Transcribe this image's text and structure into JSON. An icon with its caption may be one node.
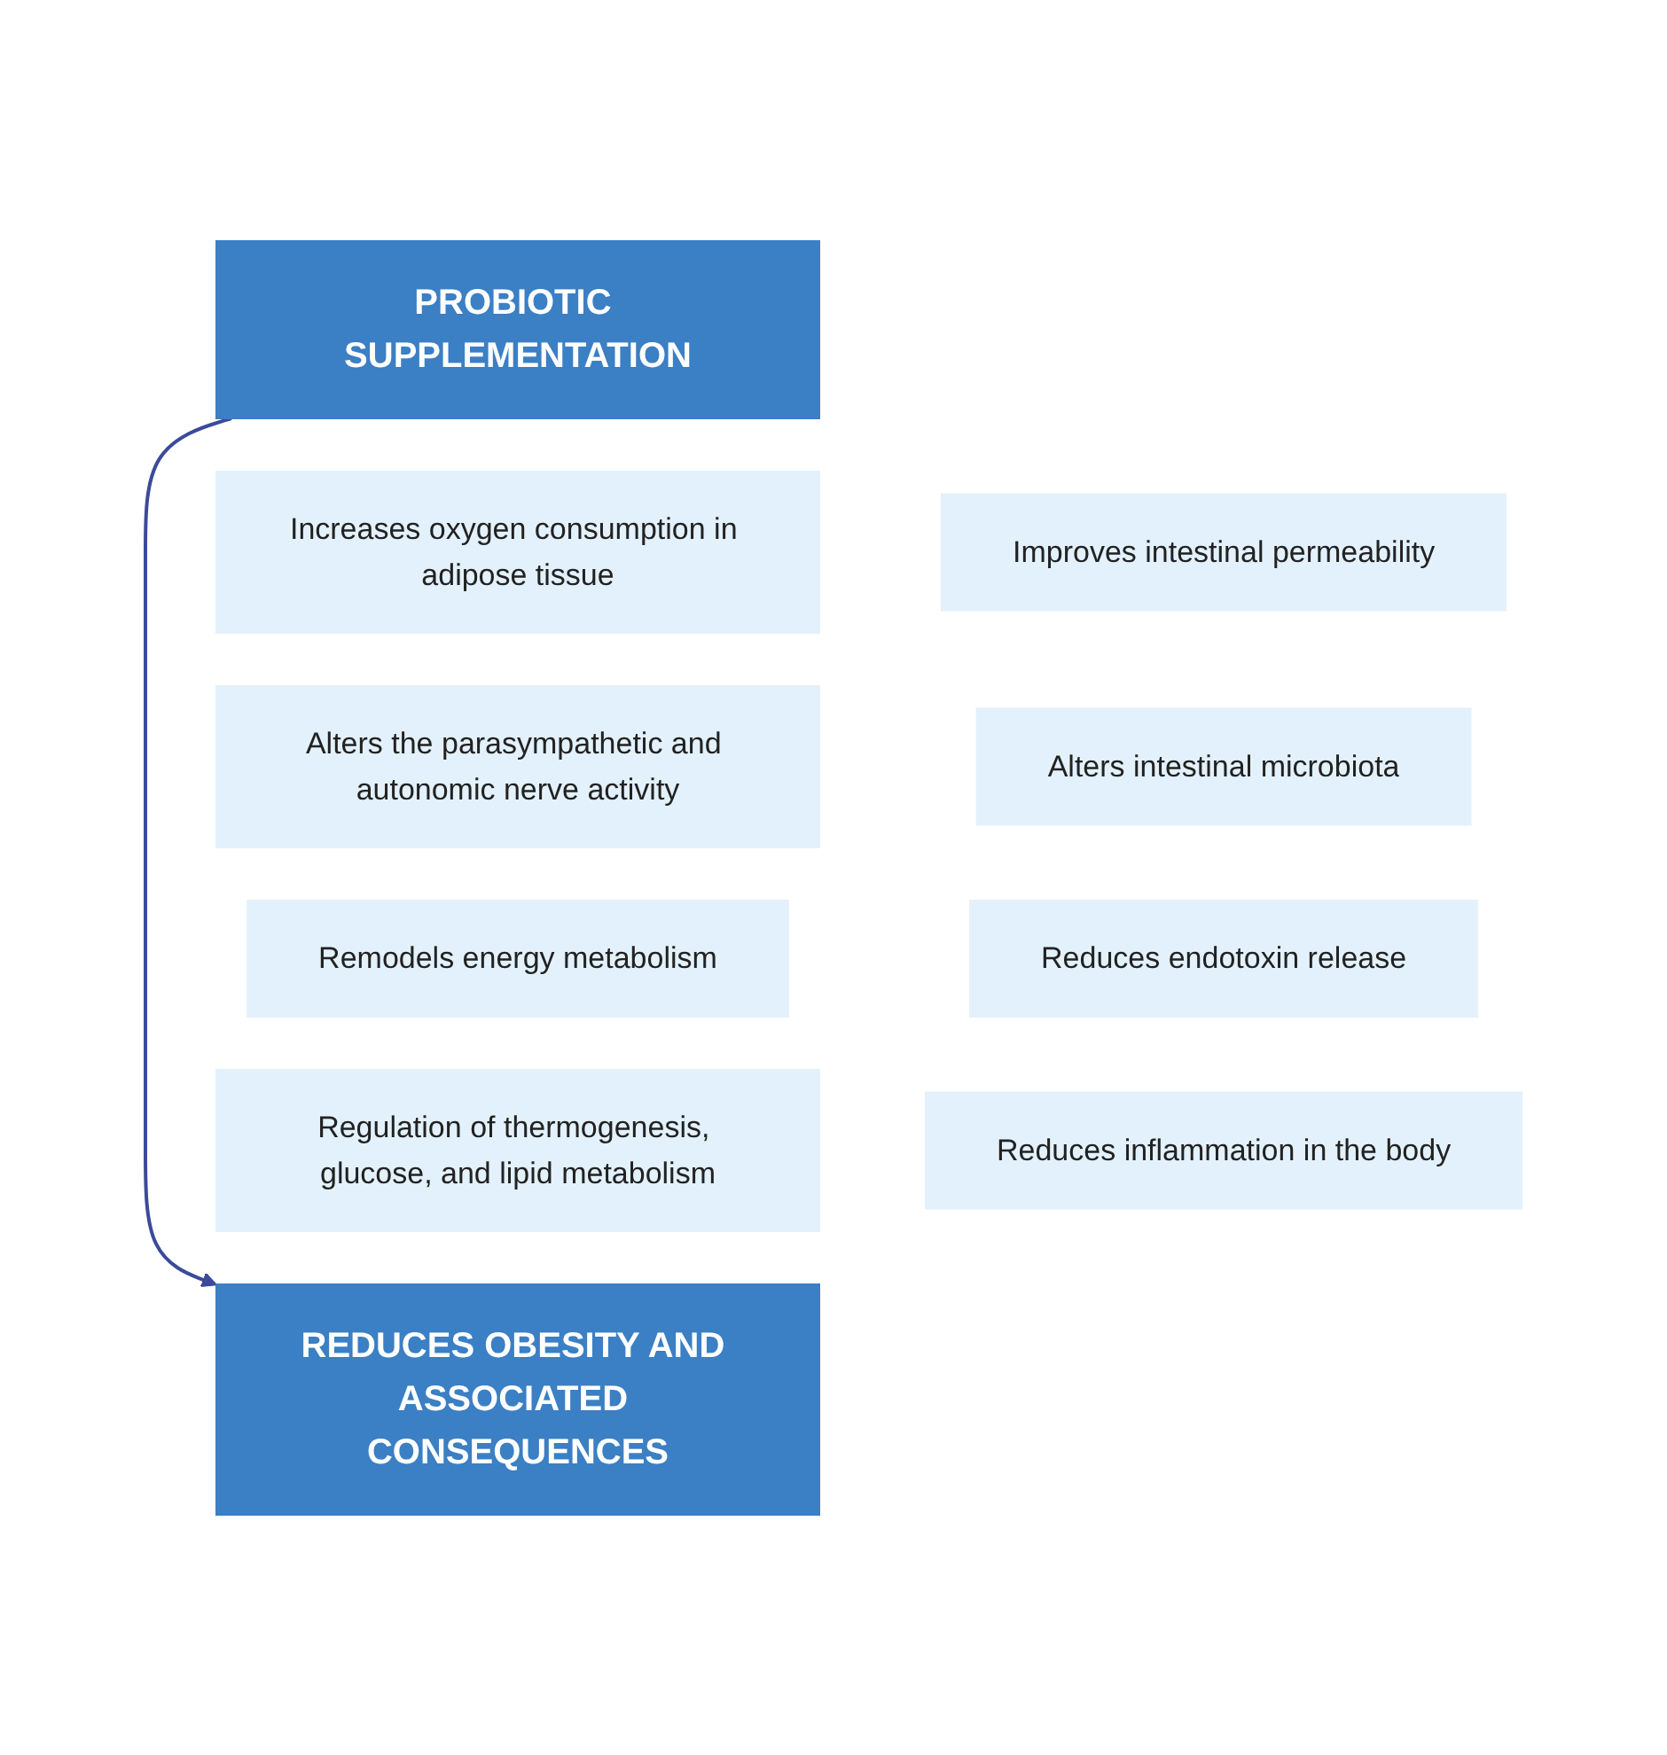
{
  "diagram": {
    "nodes": [
      {
        "text": [
          "PROBIOTIC SUPPLEMENTATION"
        ]
      },
      {
        "text": [
          "Increases oxygen consumption in adipose tissue"
        ]
      },
      {
        "text": [
          "Improves intestinal permeability"
        ]
      },
      {
        "text": [
          "Alters the parasympathetic and autonomic nerve activity"
        ]
      },
      {
        "text": [
          "Alters intestinal microbiota"
        ]
      },
      {
        "text": [
          "Remodels energy metabolism"
        ]
      },
      {
        "text": [
          "Reduces endotoxin release"
        ]
      },
      {
        "text": [
          "Regulation of thermogenesis, glucose, and lipid metabolism"
        ]
      },
      {
        "text": [
          "Reduces inflammation in the body"
        ]
      },
      {
        "text": [
          "REDUCES OBESITY AND ASSOCIATED CONSEQUENCES"
        ]
      }
    ],
    "edges": [
      {
        "from": 0,
        "to": 9,
        "arrow": "to"
      }
    ]
  }
}
